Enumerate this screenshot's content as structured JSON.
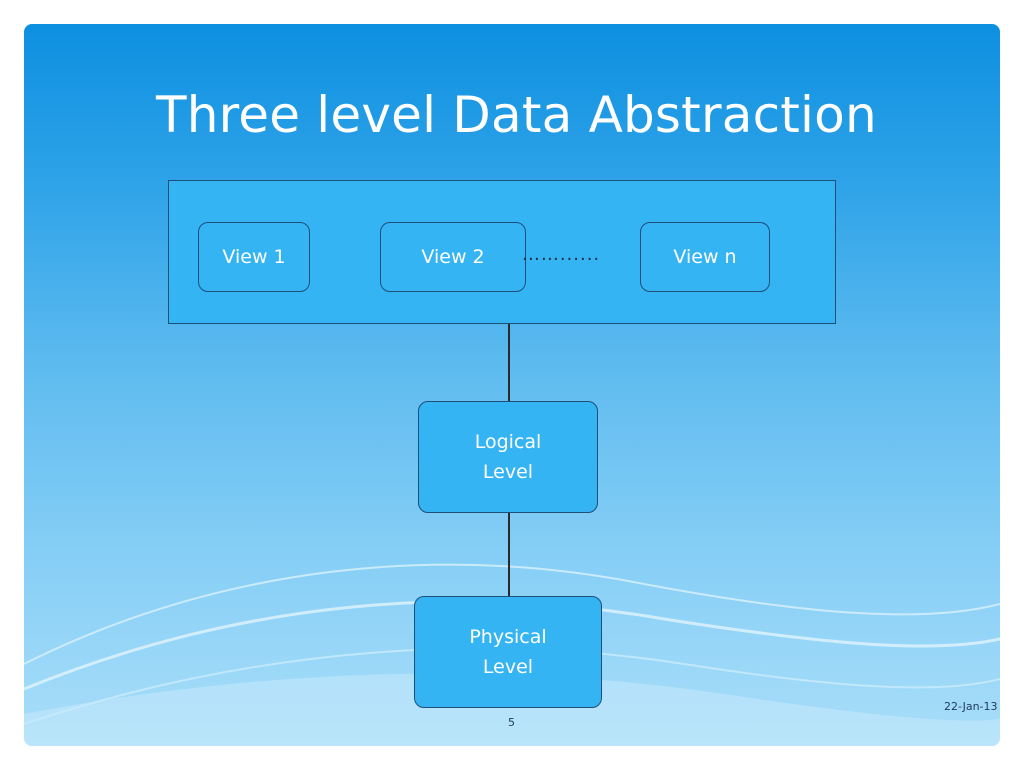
{
  "slide": {
    "title": "Three level Data Abstraction",
    "page_number": "5",
    "date": "22-Jan-13"
  },
  "diagram": {
    "views": [
      "View 1",
      "View 2",
      "View n"
    ],
    "views_ellipsis": "……......",
    "logical": {
      "line1": "Logical",
      "line2": "Level"
    },
    "physical": {
      "line1": "Physical",
      "line2": "Level"
    }
  },
  "colors": {
    "box_fill": "#35b4f4",
    "box_border": "#1f4e79",
    "text": "#ffffff"
  }
}
